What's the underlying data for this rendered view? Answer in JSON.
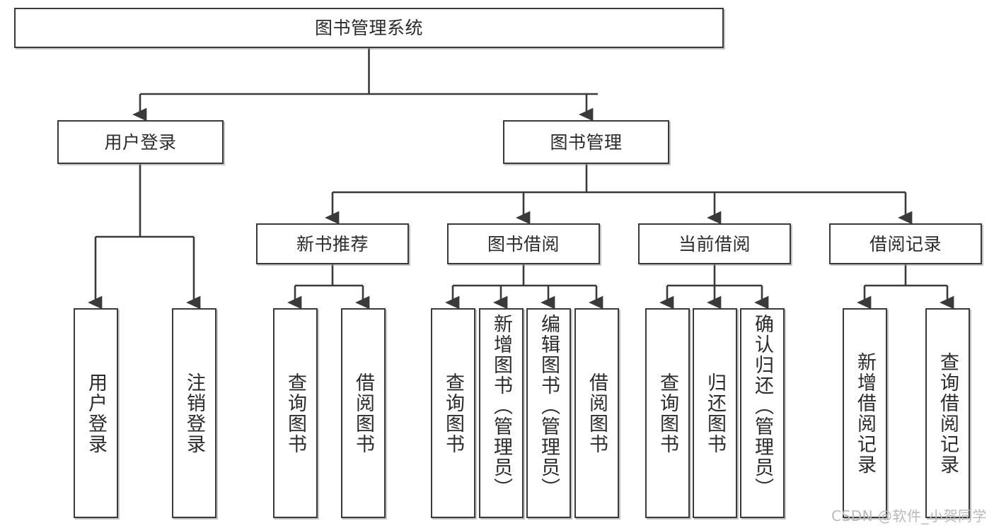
{
  "diagram": {
    "title": "图书管理系统",
    "root": {
      "label": "图书管理系统"
    },
    "level2": [
      {
        "label": "用户登录"
      },
      {
        "label": "图书管理"
      }
    ],
    "level3": [
      {
        "label": "新书推荐"
      },
      {
        "label": "图书借阅"
      },
      {
        "label": "当前借阅"
      },
      {
        "label": "借阅记录"
      }
    ],
    "leaves": {
      "user_login": [
        {
          "label": "用户登录"
        },
        {
          "label": "注销登录"
        }
      ],
      "new_book": [
        {
          "label": "查询图书"
        },
        {
          "label": "借阅图书"
        }
      ],
      "book_borrow": [
        {
          "label": "查询图书"
        },
        {
          "label": "新增图书（管理员）"
        },
        {
          "label": "编辑图书（管理员）"
        },
        {
          "label": "借阅图书"
        }
      ],
      "current_borrow": [
        {
          "label": "查询图书"
        },
        {
          "label": "归还图书"
        },
        {
          "label": "确认归还（管理员）"
        }
      ],
      "borrow_record": [
        {
          "label": "新增借阅记录"
        },
        {
          "label": "查询借阅记录"
        }
      ]
    }
  },
  "watermark": {
    "text": "CSDN @软件_小贺同学"
  },
  "colors": {
    "stroke": "#3a3a3a",
    "text": "#2b2b2b",
    "background": "#ffffff",
    "watermark": "#b9b9b9"
  }
}
